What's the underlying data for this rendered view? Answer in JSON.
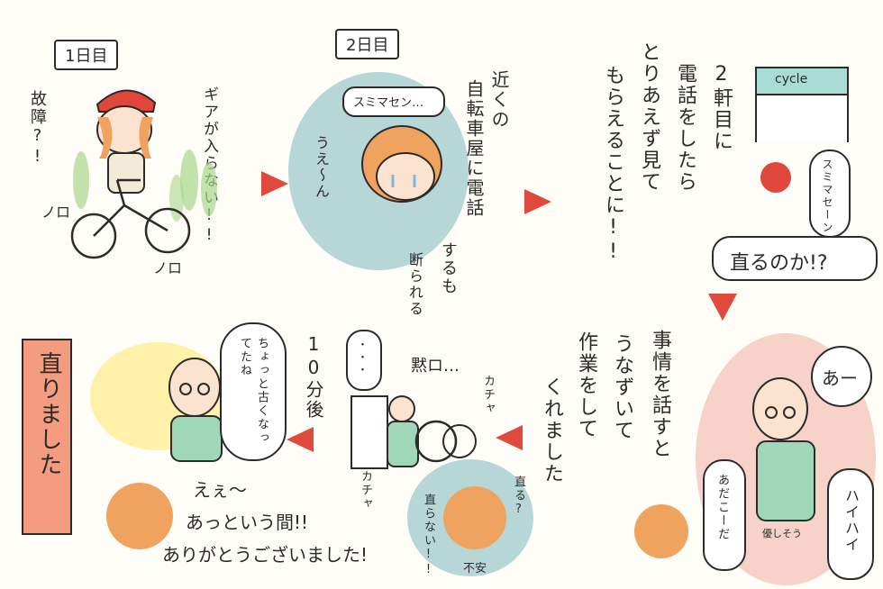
{
  "panel1": {
    "day_label": "1日目",
    "text_breakdown": "故障?!",
    "text_gear": "ギアが入らない!!",
    "sfx_1": "ノロ",
    "sfx_2": "ノロ"
  },
  "panel2": {
    "day_label": "2日目",
    "speech": "スミマセン…",
    "sfx_cry": "うえ〜ん",
    "narration_1": "近くの",
    "narration_2": "自転車屋に電話",
    "narration_3": "するも",
    "narration_4": "断られる"
  },
  "panel3": {
    "narration_1": "2軒目に",
    "narration_2": "電話をしたら",
    "narration_3": "とりあえず見て",
    "narration_4": "もらえることに!!"
  },
  "panel4": {
    "shop_sign": "cycle",
    "speech": "スミマセーン",
    "caption": "直るのか!?"
  },
  "panel5": {
    "speech_1": "あー",
    "speech_2": "あだこーだ",
    "speech_3": "ハイハイ",
    "note": "優しそう",
    "narration_1": "事情を話すと",
    "narration_2": "うなずいて",
    "narration_3": "作業をして",
    "narration_4": "くれました"
  },
  "panel6": {
    "speech": "・・・",
    "sfx_silent": "黙ロ…",
    "sfx_clack_1": "カチャ",
    "sfx_clack_2": "カチャ",
    "worry_1": "直る?",
    "worry_2": "直らない!!",
    "worry_3": "不安"
  },
  "panel7": {
    "time": "10分後",
    "speech": "ちょっと古くなってたね",
    "final_label": "直りました",
    "thanks_1": "えぇ〜",
    "thanks_2": "あっという間!!",
    "thanks_3": "ありがとうございました!"
  },
  "colors": {
    "arrow": "#e04a3c",
    "final_bg": "#f39c80",
    "shop_bg": "#a9dcd3",
    "blue_blob": "#b7d6d6",
    "pink_blob": "#f6d2c8",
    "yellow_glow": "#fff1a8",
    "hair": "#f0a35e",
    "helmet": "#e0463c"
  }
}
